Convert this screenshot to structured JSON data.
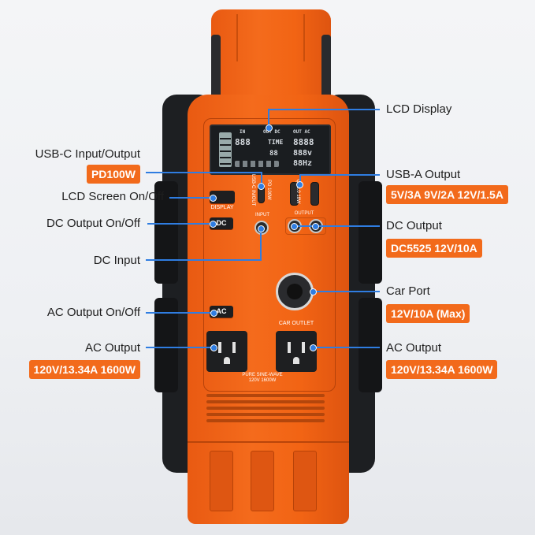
{
  "labels_left": {
    "usbc_io": "USB-C Input/Output",
    "usbc_io_spec": "PD100W",
    "lcd_onoff": "LCD Screen On/Off",
    "dc_onoff": "DC Output On/Off",
    "dc_input": "DC Input",
    "ac_onoff": "AC Output On/Off",
    "ac_output": "AC Output",
    "ac_output_spec": "120V/13.34A 1600W"
  },
  "labels_right": {
    "lcd_display": "LCD Display",
    "usba_output": "USB-A Output",
    "usba_output_spec": "5V/3A 9V/2A 12V/1.5A",
    "dc_output": "DC Output",
    "dc_output_spec": "DC5525 12V/10A",
    "car_port": "Car Port",
    "car_port_spec": "12V/10A (Max)",
    "ac_output": "AC Output",
    "ac_output_spec": "120V/13.34A 1600W"
  },
  "device": {
    "lcd": {
      "in": "IN",
      "out_dc": "OUT DC",
      "out_ac": "OUT AC",
      "in_digits": "888",
      "out_digits": "8888",
      "time": "TIME",
      "pct": "88",
      "volt": "888v",
      "hz": "88Hz"
    },
    "display_btn": "DISPLAY",
    "dc_btn": "DC",
    "ac_btn": "AC",
    "usbc_text": "USB-C IN/OUT",
    "pd_text": "PD 100W",
    "qc_text": "QC3.0 18W",
    "input_text": "INPUT",
    "output_text": "OUTPUT",
    "car_outlet_text": "CAR OUTLET",
    "sine_text": "PURE SINE-WAVE",
    "sine_spec": "120V 1600W"
  }
}
